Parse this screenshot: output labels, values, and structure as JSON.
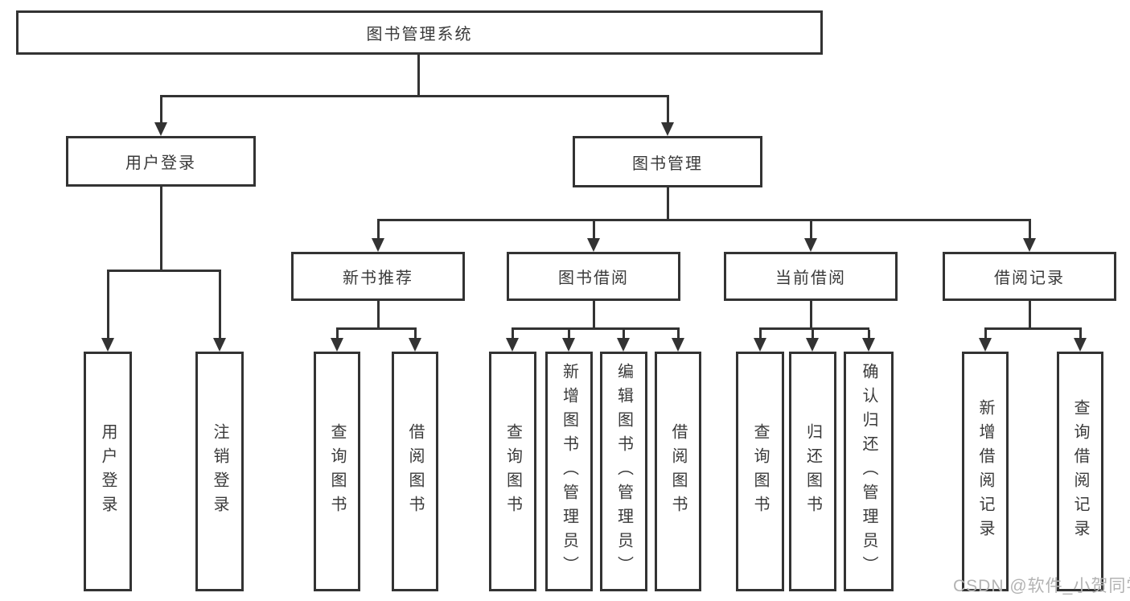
{
  "nodes": {
    "root": "图书管理系统",
    "user_login": "用户登录",
    "book_mgmt": "图书管理",
    "new_book_rec": "新书推荐",
    "book_borrow": "图书借阅",
    "current_borrow": "当前借阅",
    "borrow_records": "借阅记录",
    "leaf_user_login": "用户登录",
    "leaf_logout": "注销登录",
    "leaf_nb_query": "查询图书",
    "leaf_nb_borrow": "借阅图书",
    "leaf_bb_query": "查询图书",
    "leaf_bb_add": "新增图书（管理员）",
    "leaf_bb_edit": "编辑图书（管理员）",
    "leaf_bb_borrow": "借阅图书",
    "leaf_cb_query": "查询图书",
    "leaf_cb_return": "归还图书",
    "leaf_cb_confirm": "确认归还（管理员）",
    "leaf_br_add": "新增借阅记录",
    "leaf_br_query": "查询借阅记录"
  },
  "watermark": "CSDN @软件_小贺同学",
  "colors": {
    "line": "#333333",
    "text": "#3a3a3a",
    "watermark": "#b3b3b3",
    "background": "#ffffff"
  }
}
